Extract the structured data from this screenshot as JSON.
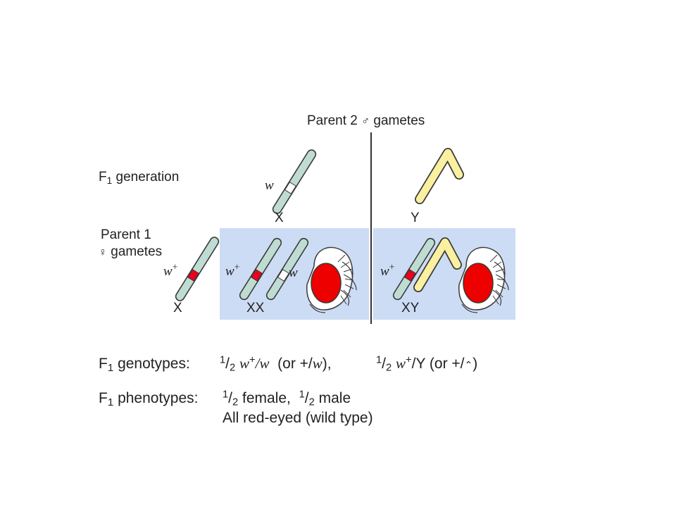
{
  "header": {
    "parent2_prefix": "Parent 2",
    "male_symbol": "♂",
    "parent2_suffix": "gametes"
  },
  "rows": {
    "f1_letter": "F",
    "f1_sub": "1",
    "f1_text": "generation",
    "parent1_line1": "Parent 1",
    "female_symbol": "♀",
    "parent1_line2": "gametes"
  },
  "gametes": {
    "male_x": {
      "allele": "w",
      "label": "X"
    },
    "male_y": {
      "label": "Y"
    },
    "female_x": {
      "allele": "w",
      "allele_sup": "+",
      "label": "X"
    }
  },
  "offspring": {
    "female": {
      "allele_left": "w",
      "allele_left_sup": "+",
      "allele_right": "w",
      "label": "XX"
    },
    "male": {
      "allele": "w",
      "allele_sup": "+",
      "label": "XY"
    }
  },
  "summary": {
    "genotypes_label_letter": "F",
    "genotypes_label_sub": "1",
    "genotypes_label_text": "genotypes:",
    "g1_num": "1",
    "g1_slash": "/",
    "g1_den": "2",
    "g1_w": "w",
    "g1_sup": "+",
    "g1_rest": "/w",
    "g1_paren_open": "(or +/",
    "g1_paren_w": "w",
    "g1_paren_close": "),",
    "g2_num": "1",
    "g2_slash": "/",
    "g2_den": "2",
    "g2_w": "w",
    "g2_sup": "+",
    "g2_rest": "/Y (or +/",
    "g2_hook": "⌃",
    "g2_close": ")",
    "phenotypes_label_letter": "F",
    "phenotypes_label_sub": "1",
    "phenotypes_label_text": "phenotypes:",
    "p1_num": "1",
    "p1_slash": "/",
    "p1_den": "2",
    "p1_text": "female,",
    "p2_num": "1",
    "p2_slash": "/",
    "p2_den": "2",
    "p2_text": "male",
    "p_line2": "All red-eyed (wild type)"
  },
  "colors": {
    "panel": "#ccdcf4",
    "x_chromosome": "#bfdcd2",
    "y_chromosome": "#faf0a0",
    "red_allele": "#e8001c",
    "white_allele": "#ffffff",
    "eye": "#ee0000",
    "outline": "#3a3a3a"
  }
}
